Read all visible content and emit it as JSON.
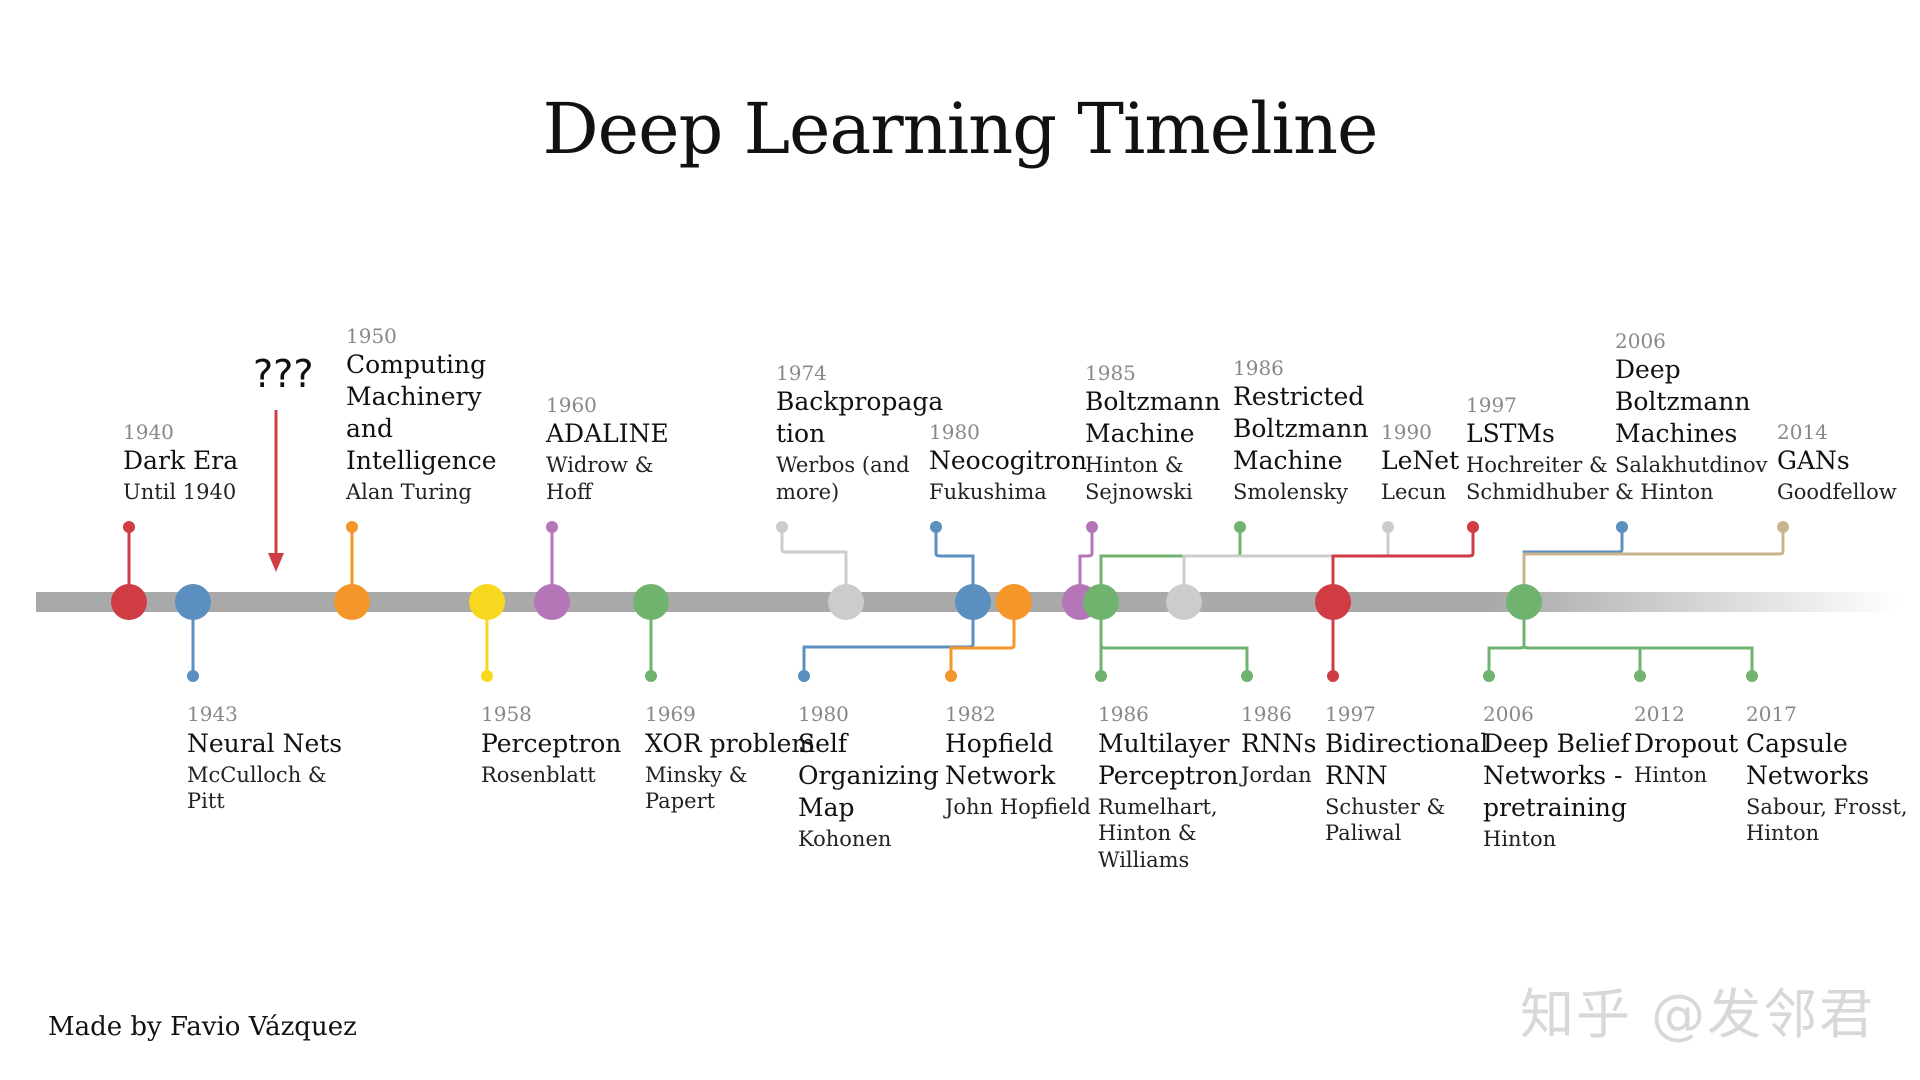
{
  "title": "Deep Learning Timeline",
  "credit": "Made by Favio Vázquez",
  "watermark": "知乎 @发邻君",
  "question_marks": "???",
  "colors": {
    "red": "#d03c43",
    "blue": "#5b8fc0",
    "orange": "#f5962a",
    "yellow": "#f8d81f",
    "purple": "#b576b8",
    "green": "#6fb36f",
    "gray": "#cccccc",
    "tan": "#c8b48d",
    "axis": "#a9a9a9"
  },
  "events_top": [
    {
      "id": "dark-era",
      "year": "1940",
      "name": [
        "Dark Era"
      ],
      "authors": [
        "Until 1940"
      ]
    },
    {
      "id": "computing-machinery",
      "year": "1950",
      "name": [
        "Computing",
        "Machinery",
        "and",
        "Intelligence"
      ],
      "authors": [
        "Alan Turing"
      ]
    },
    {
      "id": "adaline",
      "year": "1960",
      "name": [
        "ADALINE"
      ],
      "authors": [
        "Widrow &",
        "Hoff"
      ]
    },
    {
      "id": "backpropagation",
      "year": "1974",
      "name": [
        "Backpropaga",
        "tion"
      ],
      "authors": [
        "Werbos (and",
        "more)"
      ]
    },
    {
      "id": "neocogitron",
      "year": "1980",
      "name": [
        "Neocogitron"
      ],
      "authors": [
        "Fukushima"
      ]
    },
    {
      "id": "boltzmann",
      "year": "1985",
      "name": [
        "Boltzmann",
        "Machine"
      ],
      "authors": [
        "Hinton &",
        "Sejnowski"
      ]
    },
    {
      "id": "rbm",
      "year": "1986",
      "name": [
        "Restricted",
        "Boltzmann",
        "Machine"
      ],
      "authors": [
        "Smolensky"
      ]
    },
    {
      "id": "lenet",
      "year": "1990",
      "name": [
        "LeNet"
      ],
      "authors": [
        "Lecun"
      ]
    },
    {
      "id": "lstm",
      "year": "1997",
      "name": [
        "LSTMs"
      ],
      "authors": [
        "Hochreiter &",
        "Schmidhuber"
      ]
    },
    {
      "id": "dbm",
      "year": "2006",
      "name": [
        "Deep",
        "Boltzmann",
        "Machines"
      ],
      "authors": [
        "Salakhutdinov",
        "& Hinton"
      ]
    },
    {
      "id": "gans",
      "year": "2014",
      "name": [
        "GANs"
      ],
      "authors": [
        "Goodfellow"
      ]
    }
  ],
  "events_bottom": [
    {
      "id": "neural-nets",
      "year": "1943",
      "name": [
        "Neural Nets"
      ],
      "authors": [
        "McCulloch &",
        "Pitt"
      ]
    },
    {
      "id": "perceptron",
      "year": "1958",
      "name": [
        "Perceptron"
      ],
      "authors": [
        "Rosenblatt"
      ]
    },
    {
      "id": "xor",
      "year": "1969",
      "name": [
        "XOR problem"
      ],
      "authors": [
        "Minsky &",
        "Papert"
      ]
    },
    {
      "id": "som",
      "year": "1980",
      "name": [
        "Self",
        "Organizing",
        "Map"
      ],
      "authors": [
        "Kohonen"
      ]
    },
    {
      "id": "hopfield",
      "year": "1982",
      "name": [
        "Hopfield",
        "Network"
      ],
      "authors": [
        "John Hopfield"
      ]
    },
    {
      "id": "mlp",
      "year": "1986",
      "name": [
        "Multilayer",
        "Perceptron"
      ],
      "authors": [
        "Rumelhart,",
        "Hinton &",
        "Williams"
      ]
    },
    {
      "id": "rnn",
      "year": "1986",
      "name": [
        "RNNs"
      ],
      "authors": [
        "Jordan"
      ]
    },
    {
      "id": "brnn",
      "year": "1997",
      "name": [
        "Bidirectional",
        "RNN"
      ],
      "authors": [
        "Schuster &",
        "Paliwal"
      ]
    },
    {
      "id": "dbn",
      "year": "2006",
      "name": [
        "Deep Belief",
        "Networks -",
        "pretraining"
      ],
      "authors": [
        "Hinton"
      ]
    },
    {
      "id": "dropout",
      "year": "2012",
      "name": [
        "Dropout"
      ],
      "authors": [
        "Hinton"
      ]
    },
    {
      "id": "capsule",
      "year": "2017",
      "name": [
        "Capsule",
        "Networks"
      ],
      "authors": [
        "Sabour, Frosst,",
        "Hinton"
      ]
    }
  ]
}
